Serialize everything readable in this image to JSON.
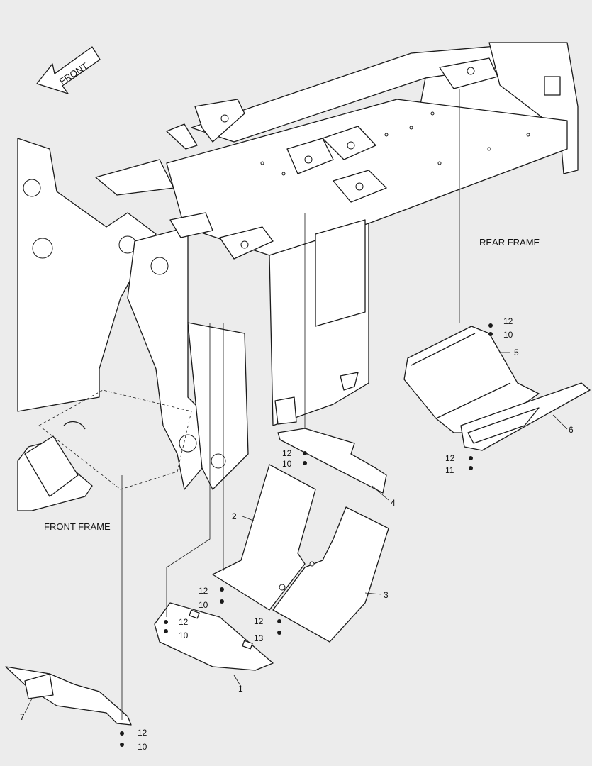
{
  "front_arrow": {
    "text": "FRONT"
  },
  "frames": {
    "rear_frame": "REAR FRAME",
    "front_frame": "FRONT FRAME"
  },
  "callouts": {
    "c1": "1",
    "c2": "2",
    "c3": "3",
    "c4": "4",
    "c5": "5",
    "c6": "6",
    "c7": "7",
    "c5_washer": "12",
    "c5_bolt": "10",
    "c6_washer": "12",
    "c6_bolt": "11",
    "c4_washer": "12",
    "c4_bolt": "10",
    "c2_washer": "12",
    "c2_bolt": "10",
    "c1_washer": "12",
    "c1_bolt": "10",
    "c3_washer": "12",
    "c3_bolt": "13",
    "c7_washer": "12",
    "c7_bolt": "10"
  }
}
